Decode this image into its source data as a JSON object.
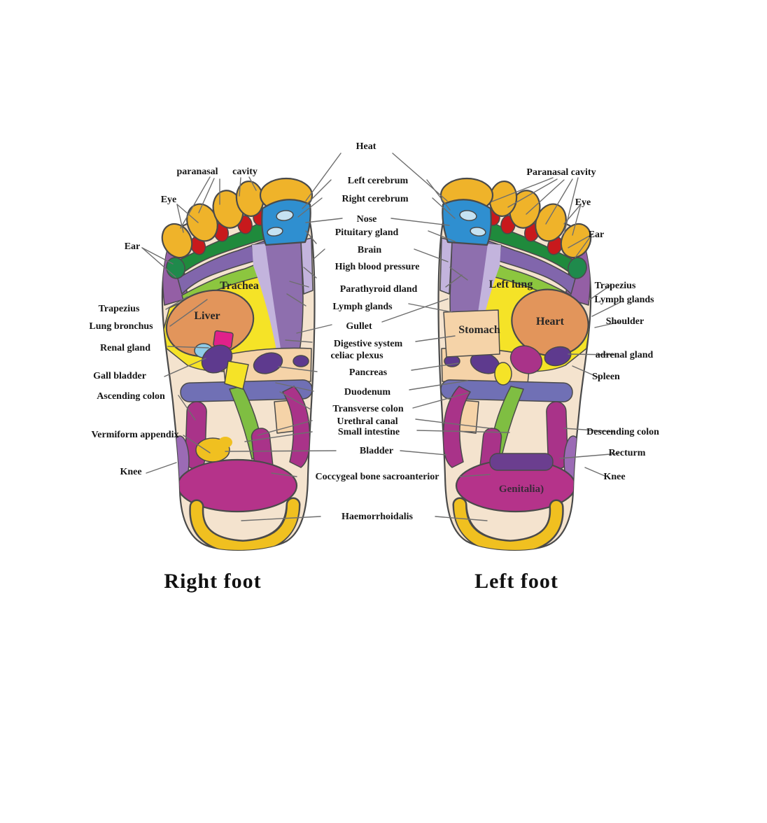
{
  "labels": {
    "heat": "Heat",
    "left_cerebrum": "Left cerebrum",
    "right_cerebrum": "Right cerebrum",
    "nose": "Nose",
    "pituitary_gland": "Pituitary gland",
    "brain": "Brain",
    "high_blood_pressure": "High blood pressure",
    "parathyroid_gland": "Parathyroid dland",
    "lymph_glands_center": "Lymph glands",
    "gullet": "Gullet",
    "digestive_system": "Digestive system",
    "celiac_plexus": "celiac plexus",
    "pancreas": "Pancreas",
    "duodenum": "Duodenum",
    "transverse_colon": "Transverse colon",
    "urethral_canal": "Urethral canal",
    "small_intestine": "Small intestine",
    "bladder": "Bladder",
    "coccygeal": "Coccygeal bone sacroanterior",
    "haemorrhoidalis": "Haemorrhoidalis",
    "paranasal_left": "paranasal",
    "cavity_left": "cavity",
    "eye_left": "Eye",
    "ear_left": "Ear",
    "trapezius_left": "Trapezius",
    "lung_bronchus": "Lung bronchus",
    "renal_gland": "Renal gland",
    "gall_bladder": "Gall bladder",
    "ascending_colon": "Ascending colon",
    "vermiform_appendix": "Vermiform appendix",
    "knee_left": "Knee",
    "paranasal_cavity_right": "Paranasal cavity",
    "eye_right": "Eye",
    "ear_right": "Ear",
    "trapezius_right": "Trapezius",
    "lymph_glands_right": "Lymph glands",
    "shoulder": "Shoulder",
    "adrenal_gland": "adrenal gland",
    "spleen": "Spleen",
    "descending_colon": "Descending colon",
    "rectum": "Recturm",
    "knee_right": "Knee",
    "trachea": "Trachea",
    "liver": "Liver",
    "left_lung": "Left lung",
    "stomach": "Stomach",
    "heart": "Heart",
    "genitalia": "Genitalia)"
  },
  "footer": {
    "right_foot": "Right foot",
    "left_foot": "Left foot"
  },
  "colors": {
    "sole_tan": "#F4E3CE",
    "toe_yellow": "#EFB32A",
    "big_toe_blue": "#2F8FD0",
    "toe_spot_blue": "#C5E2F2",
    "toe_red": "#C8191C",
    "band_dark_green": "#1F8A3C",
    "band_purple": "#8166AC",
    "band_light_green": "#8CC63F",
    "zone_yellow": "#F5E327",
    "organ_orange": "#E2955B",
    "column_purple": "#8E6FAE",
    "stripe_lavender": "#C3B4DD",
    "peach": "#F5D3A8",
    "magenta": "#A93389",
    "heel_magenta": "#B5338A",
    "slate_blue": "#7070B5",
    "strip_green": "#7FBE42",
    "gold": "#F0C020",
    "dark_purple": "#5E3A8E",
    "rectum_purple": "#6B3E8F",
    "knee_purple": "#9B6BB5",
    "pink": "#E0218A",
    "light_blue": "#8FCCE8",
    "wedge_purple": "#945FA5",
    "ear_green": "#1F8A4C",
    "line_gray": "#6E6E6E"
  }
}
